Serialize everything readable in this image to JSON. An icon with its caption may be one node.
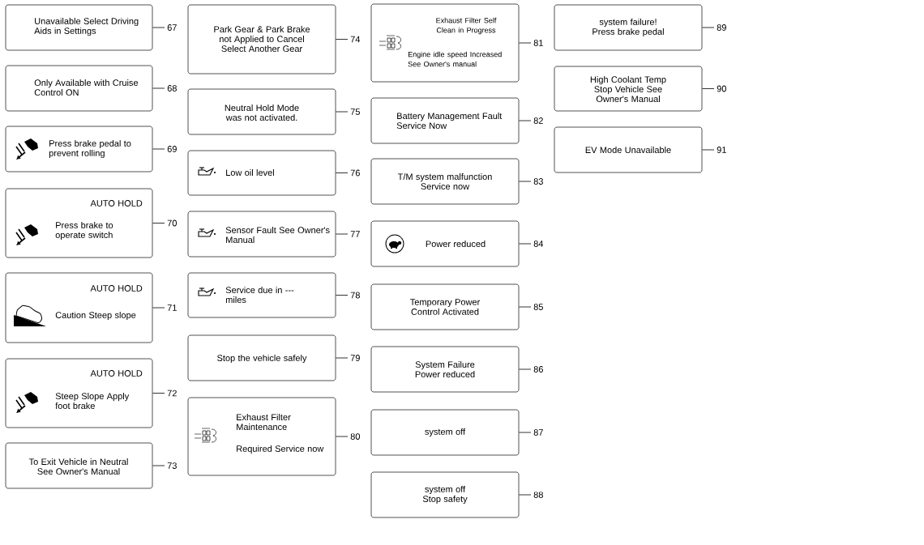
{
  "diagram": {
    "nodes": [
      {
        "text": [
          "Unavailable Select Driving Aids in Settings"
        ]
      },
      {
        "text": [
          "67"
        ]
      },
      {
        "text": [
          "Only Available with Cruise Control ON"
        ]
      },
      {
        "text": [
          "68"
        ]
      },
      {
        "text": [
          "Press brake pedal to prevent rolling"
        ]
      },
      {
        "text": [
          "69"
        ]
      },
      {
        "text": [
          "AUTO HOLD",
          "Press brake to operate switch"
        ]
      },
      {
        "text": [
          "70"
        ]
      },
      {
        "text": [
          "AUTO HOLD",
          "Caution Steep slope"
        ]
      },
      {
        "text": [
          "71"
        ]
      },
      {
        "text": [
          "AUTO HOLD",
          "Steep Slope Apply foot brake"
        ]
      },
      {
        "text": [
          "72"
        ]
      },
      {
        "text": [
          "To Exit Vehicle in Neutral See Owner's Manual"
        ]
      },
      {
        "text": [
          "73"
        ]
      },
      {
        "text": [
          "Park Gear & Park Brake not Applied to Cancel Select Another Gear"
        ]
      },
      {
        "text": [
          "74"
        ]
      },
      {
        "text": [
          "Neutral Hold Mode was not activated."
        ]
      },
      {
        "text": [
          "75"
        ]
      },
      {
        "text": [
          "Low oil level"
        ]
      },
      {
        "text": [
          "76"
        ]
      },
      {
        "text": [
          "Sensor Fault See Owner's Manual"
        ]
      },
      {
        "text": [
          "77"
        ]
      },
      {
        "text": [
          "Service due in ---miles"
        ]
      },
      {
        "text": [
          "78"
        ]
      },
      {
        "text": [
          "Stop the vehicle safely"
        ]
      },
      {
        "text": [
          "79"
        ]
      },
      {
        "text": [
          "Exhaust Filter Maintenance",
          "Required Service now"
        ]
      },
      {
        "text": [
          "80"
        ]
      },
      {
        "text": [
          "Exhaust Filter Self Clean in Progress",
          "Engine idle speed Increased See Owner's manual"
        ]
      },
      {
        "text": [
          "81"
        ]
      },
      {
        "text": [
          "Battery Management Fault Service Now"
        ]
      },
      {
        "text": [
          "82"
        ]
      },
      {
        "text": [
          "T/M system malfunction Service now"
        ]
      },
      {
        "text": [
          "83"
        ]
      },
      {
        "text": [
          "Power reduced"
        ]
      },
      {
        "text": [
          "84"
        ]
      },
      {
        "text": [
          "Temporary Power Control Activated"
        ]
      },
      {
        "text": [
          "85"
        ]
      },
      {
        "text": [
          "System Failure Power reduced"
        ]
      },
      {
        "text": [
          "86"
        ]
      },
      {
        "text": [
          "system off"
        ]
      },
      {
        "text": [
          "87"
        ]
      },
      {
        "text": [
          "system off Stop safety"
        ]
      },
      {
        "text": [
          "88"
        ]
      },
      {
        "text": [
          "system failure! Press brake pedal"
        ]
      },
      {
        "text": [
          "89"
        ]
      },
      {
        "text": [
          "High Coolant Temp Stop Vehicle See Owner's Manual"
        ]
      },
      {
        "text": [
          "90"
        ]
      },
      {
        "text": [
          "EV Mode Unavailable"
        ]
      },
      {
        "text": [
          "91"
        ]
      }
    ],
    "edges": [
      {
        "from": 1,
        "to": 0,
        "arrow": "none"
      },
      {
        "from": 3,
        "to": 2,
        "arrow": "none"
      },
      {
        "from": 5,
        "to": 4,
        "arrow": "none"
      },
      {
        "from": 7,
        "to": 6,
        "arrow": "none"
      },
      {
        "from": 9,
        "to": 8,
        "arrow": "none"
      },
      {
        "from": 11,
        "to": 10,
        "arrow": "none"
      },
      {
        "from": 13,
        "to": 12,
        "arrow": "none"
      },
      {
        "from": 15,
        "to": 14,
        "arrow": "none"
      },
      {
        "from": 17,
        "to": 16,
        "arrow": "none"
      },
      {
        "from": 19,
        "to": 18,
        "arrow": "none"
      },
      {
        "from": 21,
        "to": 20,
        "arrow": "none"
      },
      {
        "from": 23,
        "to": 22,
        "arrow": "none"
      },
      {
        "from": 25,
        "to": 24,
        "arrow": "none"
      },
      {
        "from": 27,
        "to": 26,
        "arrow": "none"
      },
      {
        "from": 29,
        "to": 28,
        "arrow": "none"
      },
      {
        "from": 31,
        "to": 30,
        "arrow": "none"
      },
      {
        "from": 33,
        "to": 32,
        "arrow": "none"
      },
      {
        "from": 35,
        "to": 34,
        "arrow": "none"
      },
      {
        "from": 37,
        "to": 36,
        "arrow": "none"
      },
      {
        "from": 39,
        "to": 38,
        "arrow": "none"
      },
      {
        "from": 41,
        "to": 40,
        "arrow": "none"
      },
      {
        "from": 43,
        "to": 42,
        "arrow": "none"
      },
      {
        "from": 45,
        "to": 44,
        "arrow": "none"
      },
      {
        "from": 47,
        "to": 46,
        "arrow": "none"
      },
      {
        "from": 49,
        "to": 48,
        "arrow": "none"
      }
    ]
  }
}
